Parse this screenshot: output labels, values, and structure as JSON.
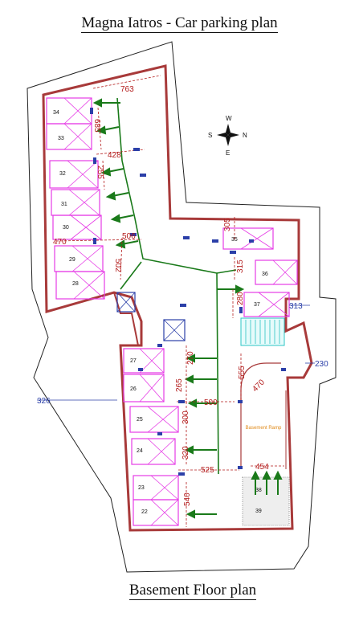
{
  "titles": {
    "top": "Magna Iatros - Car parking plan",
    "bottom": "Basement Floor plan"
  },
  "colors": {
    "outer_wall": "#a83a3a",
    "slot": "#e63ce6",
    "arrow": "#1a7a1a",
    "dimension_red": "#b31b1b",
    "dimension_blue": "#2b3fa8",
    "staircase": "#2ec4c4"
  },
  "compass": {
    "n": "N",
    "s": "S",
    "e": "E",
    "w": "W"
  },
  "parking_slots": [
    "22",
    "23",
    "24",
    "25",
    "26",
    "27",
    "28",
    "29",
    "30",
    "31",
    "32",
    "33",
    "34",
    "35",
    "36",
    "37",
    "38",
    "39"
  ],
  "dimensions_red": [
    "763",
    "685",
    "428",
    "255",
    "470",
    "506",
    "502",
    "305",
    "315",
    "280",
    "270",
    "265",
    "500",
    "555",
    "470",
    "300",
    "320",
    "525",
    "454",
    "540"
  ],
  "dimensions_blue": [
    "313",
    "230",
    "326"
  ],
  "ramp_label": "Basement Ramp"
}
